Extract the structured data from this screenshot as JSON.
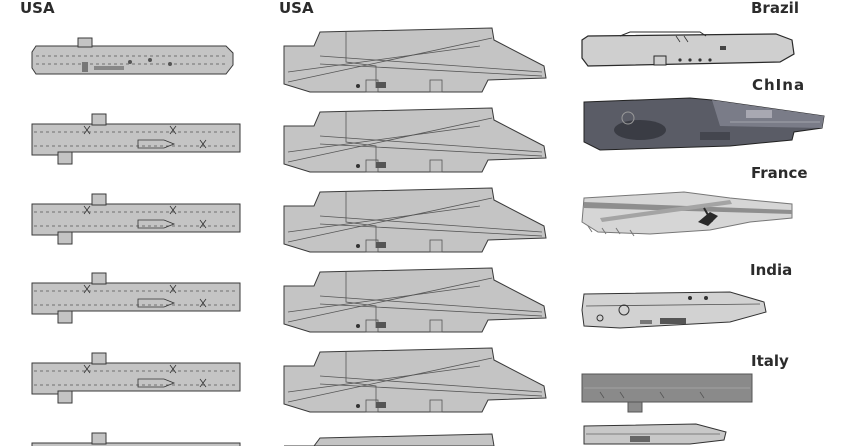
{
  "labels": {
    "usa_left": "USA",
    "usa_middle": "USA",
    "brazil": "Brazil",
    "china": "ChIna",
    "france": "France",
    "india": "India",
    "italy": "Italy"
  },
  "colors": {
    "hull_gray": "#c4c4c4",
    "outline": "#3a3a3a",
    "china_deck": "#5a5c66",
    "france_deck": "#9a9a9a",
    "italy_deck": "#8a8a8a",
    "label_text": "#2b2b2b"
  }
}
